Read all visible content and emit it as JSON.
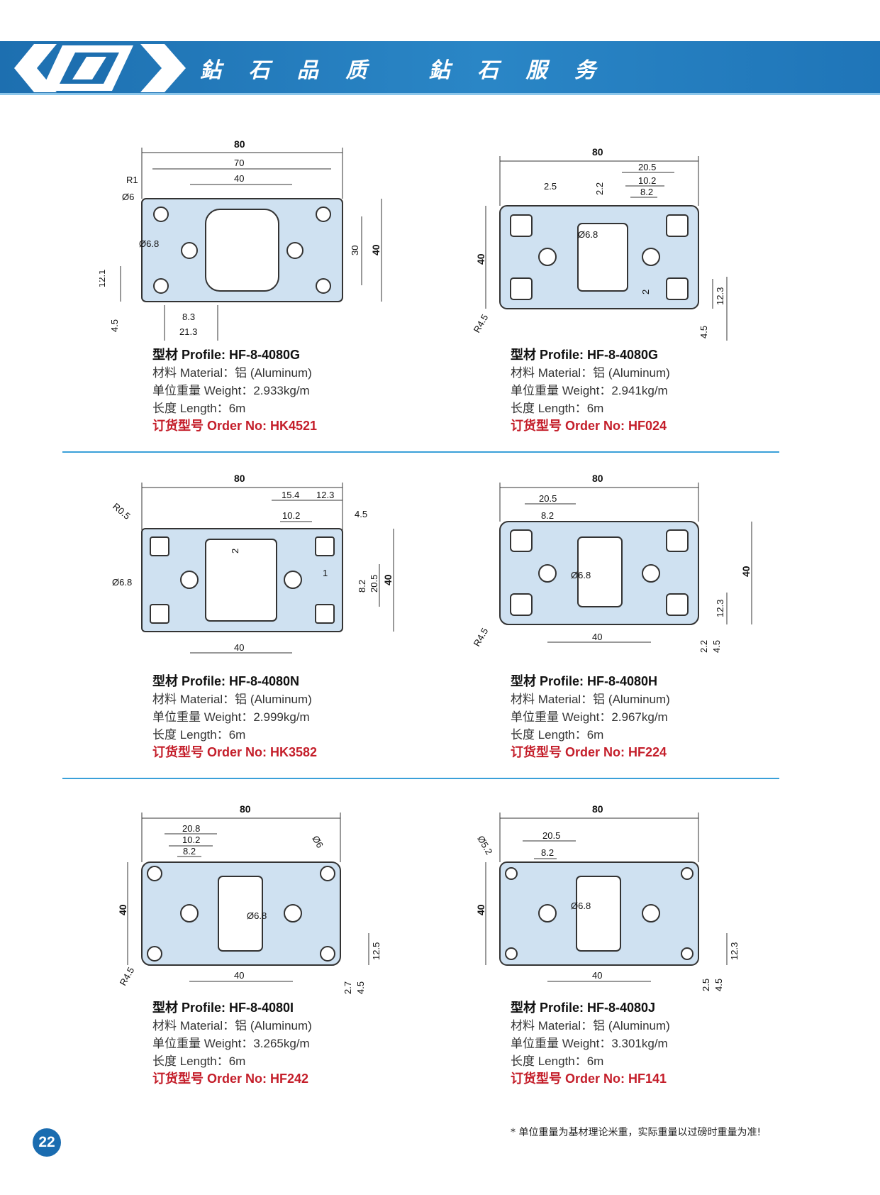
{
  "header": {
    "slogan": "鉆 石 品 质   鉆 石 服 务"
  },
  "profiles": [
    {
      "title": "型材 Profile: HF-8-4080G",
      "material": "材料 Material：铝 (Aluminum)",
      "weight": "单位重量 Weight：2.933kg/m",
      "length": "长度 Length：6m",
      "order": "订货型号 Order No:  HK4521",
      "dims": {
        "w": "80",
        "a": "70",
        "b": "40",
        "h": "40",
        "c": "30",
        "r": "R1",
        "d1": "Ø6",
        "d2": "Ø6.8",
        "e": "12.1",
        "f": "4.5",
        "g": "8.3",
        "k": "21.3"
      }
    },
    {
      "title": "型材 Profile: HF-8-4080G",
      "material": "材料 Material：铝 (Aluminum)",
      "weight": "单位重量 Weight：2.941kg/m",
      "length": "长度 Length：6m",
      "order": "订货型号 Order No:  HF024",
      "dims": {
        "w": "80",
        "a": "20.5",
        "b": "10.2",
        "c": "8.2",
        "d": "2.5",
        "e": "2.2",
        "h": "40",
        "d2": "Ø6.8",
        "f": "2",
        "g": "12.3",
        "k": "4.5",
        "r": "R4.5"
      }
    },
    {
      "title": "型材 Profile: HF-8-4080N",
      "material": "材料 Material：铝 (Aluminum)",
      "weight": "单位重量 Weight：2.999kg/m",
      "length": "长度 Length：6m",
      "order": "订货型号 Order No:  HK3582",
      "dims": {
        "w": "80",
        "a": "15.4",
        "b": "12.3",
        "c": "10.2",
        "d": "4.5",
        "r": "R0.5",
        "e": "2",
        "h": "40",
        "f": "1",
        "g": "8.2",
        "k": "20.5",
        "d2": "Ø6.8",
        "m": "40"
      }
    },
    {
      "title": "型材 Profile: HF-8-4080H",
      "material": "材料 Material：铝 (Aluminum)",
      "weight": "单位重量 Weight：2.967kg/m",
      "length": "长度 Length：6m",
      "order": "订货型号 Order No:  HF224",
      "dims": {
        "w": "80",
        "a": "20.5",
        "b": "8.2",
        "h": "40",
        "d2": "Ø6.8",
        "g": "12.3",
        "m": "40",
        "r": "R4.5",
        "e": "2.2",
        "f": "4.5"
      }
    },
    {
      "title": "型材 Profile: HF-8-4080I",
      "material": "材料 Material：铝 (Aluminum)",
      "weight": "单位重量 Weight：3.265kg/m",
      "length": "长度 Length：6m",
      "order": "订货型号 Order No:  HF242",
      "dims": {
        "w": "80",
        "a": "20.8",
        "b": "10.2",
        "c": "8.2",
        "d1": "Ø6",
        "h": "40",
        "d2": "Ø6.8",
        "g": "12.5",
        "m": "40",
        "r": "R4.5",
        "e": "2.7",
        "f": "4.5"
      }
    },
    {
      "title": "型材 Profile: HF-8-4080J",
      "material": "材料 Material：铝 (Aluminum)",
      "weight": "单位重量 Weight：3.301kg/m",
      "length": "长度 Length：6m",
      "order": "订货型号 Order No:  HF141",
      "dims": {
        "w": "80",
        "a": "20.5",
        "b": "8.2",
        "d1": "Ø5.2",
        "h": "40",
        "d2": "Ø6.8",
        "g": "12.3",
        "m": "40",
        "e": "2.5",
        "f": "4.5"
      }
    }
  ],
  "footer": {
    "page_number": "22",
    "note": "* 单位重量为基材理论米重，实际重量以过磅时重量为准!"
  },
  "colors": {
    "banner": "#1d6fb0",
    "profile_fill": "#cfe1f1",
    "order_text": "#c41e2a",
    "divider": "#3aa0d9"
  }
}
